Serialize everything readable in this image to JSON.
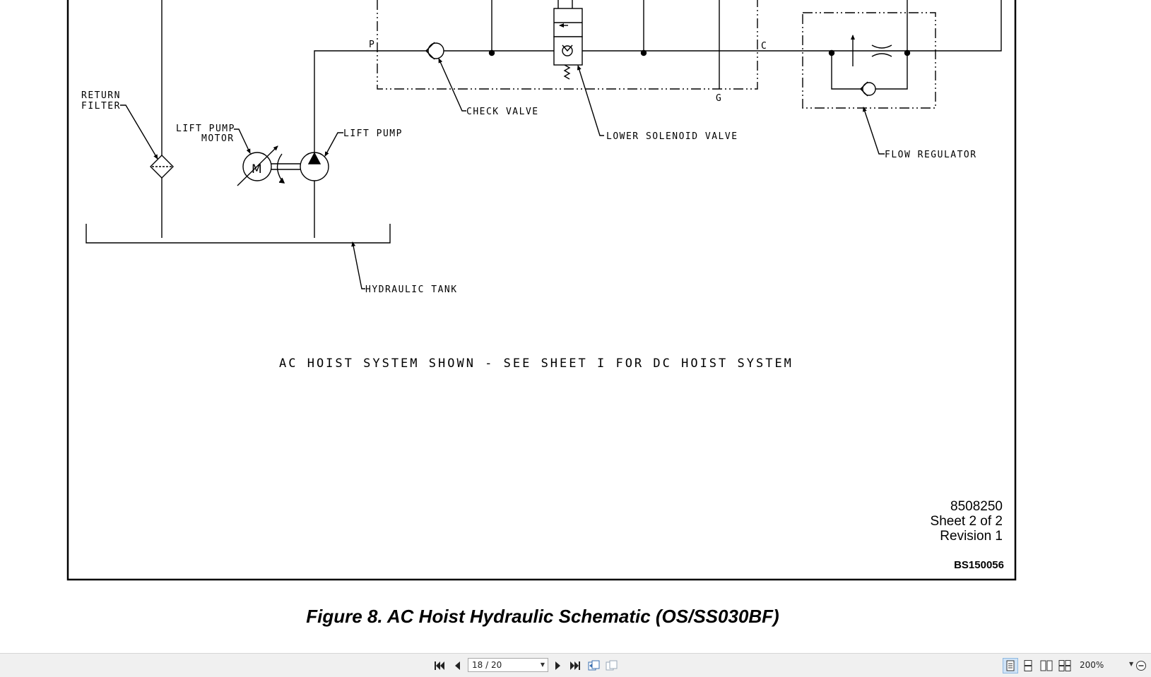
{
  "schematic": {
    "port_labels": {
      "p": "P",
      "c": "C",
      "g": "G"
    },
    "component_labels": {
      "return_filter_line1": "RETURN",
      "return_filter_line2": "FILTER",
      "lift_pump_motor_line1": "LIFT PUMP",
      "lift_pump_motor_line2": "MOTOR",
      "motor_symbol": "M",
      "lift_pump": "LIFT PUMP",
      "check_valve": "CHECK VALVE",
      "lower_solenoid_valve": "LOWER SOLENOID VALVE",
      "flow_regulator": "FLOW REGULATOR",
      "hydraulic_tank": "HYDRAULIC TANK"
    },
    "note": "AC HOIST SYSTEM SHOWN - SEE SHEET I FOR DC HOIST SYSTEM",
    "title_block": {
      "drawing_number": "8508250",
      "sheet": "Sheet 2 of 2",
      "revision": "Revision 1",
      "code": "BS150056"
    }
  },
  "caption": "Figure 8. AC Hoist Hydraulic Schematic (OS/SS030BF)",
  "viewer": {
    "page_indicator": "18 / 20",
    "zoom": "200%",
    "icons": {
      "first": "first-page-icon",
      "prev": "previous-page-icon",
      "next": "next-page-icon",
      "last": "last-page-icon",
      "back": "go-back-icon",
      "forward": "go-forward-icon",
      "single": "single-page-view-icon",
      "continuous": "continuous-view-icon",
      "facing": "facing-pages-view-icon",
      "cont_facing": "continuous-facing-view-icon",
      "zoom_out": "zoom-out-icon"
    }
  }
}
